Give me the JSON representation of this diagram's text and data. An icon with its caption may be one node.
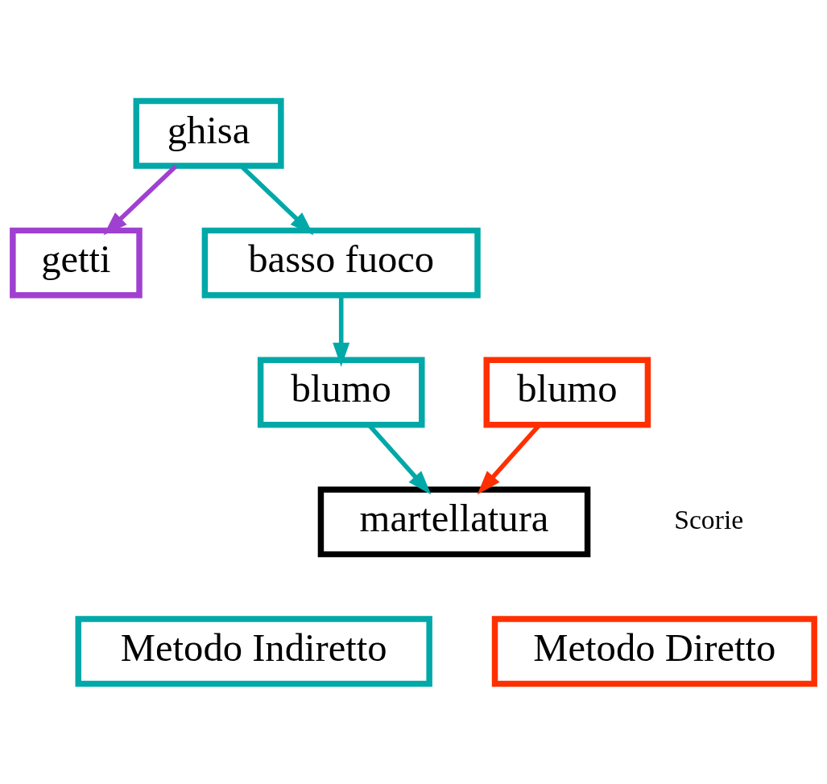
{
  "diagram": {
    "nodes": [
      {
        "text": [
          "getti"
        ]
      },
      {
        "text": [
          "ghisa"
        ]
      },
      {
        "text": [
          "blumo"
        ]
      },
      {
        "text": [
          "basso fuoco"
        ]
      },
      {
        "text": [
          "blumo"
        ]
      },
      {
        "text": [
          "martellatura"
        ]
      },
      {
        "text": [
          "Metodo Indiretto"
        ]
      },
      {
        "text": [
          "Metodo Diretto"
        ]
      }
    ],
    "edges": [
      {
        "from": 1,
        "to": 0,
        "arrow": "to",
        "color": "#a040d0"
      },
      {
        "from": 1,
        "to": 3,
        "arrow": "to"
      },
      {
        "from": 3,
        "to": 4,
        "arrow": "to"
      },
      {
        "from": 4,
        "to": 5,
        "arrow": "to"
      },
      {
        "from": 2,
        "to": 5,
        "arrow": "to",
        "color": "#ff3000"
      }
    ],
    "labels": [
      "Scorie"
    ]
  }
}
